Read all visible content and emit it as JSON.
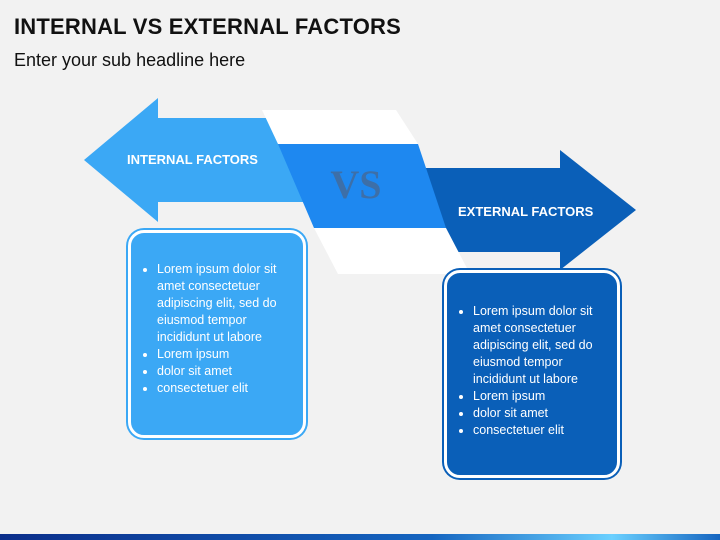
{
  "header": {
    "title": "INTERNAL VS EXTERNAL FACTORS",
    "subtitle": "Enter your sub headline here"
  },
  "center": {
    "vs_label": "VS"
  },
  "internal": {
    "label": "INTERNAL FACTORS",
    "bullets": [
      "Lorem ipsum dolor sit amet consectetuer adipiscing elit, sed do eiusmod tempor incididunt ut labore",
      "Lorem ipsum",
      "dolor sit amet",
      "consectetuer elit"
    ]
  },
  "external": {
    "label": "EXTERNAL FACTORS",
    "bullets": [
      "Lorem ipsum dolor sit amet consectetuer adipiscing elit, sed do eiusmod tempor incididunt ut labore",
      "Lorem ipsum",
      "dolor sit amet",
      "consectetuer elit"
    ]
  },
  "colors": {
    "light_blue": "#3ba8f5",
    "mid_blue": "#1e88f0",
    "dark_blue": "#0a5fb8",
    "white": "#ffffff"
  }
}
